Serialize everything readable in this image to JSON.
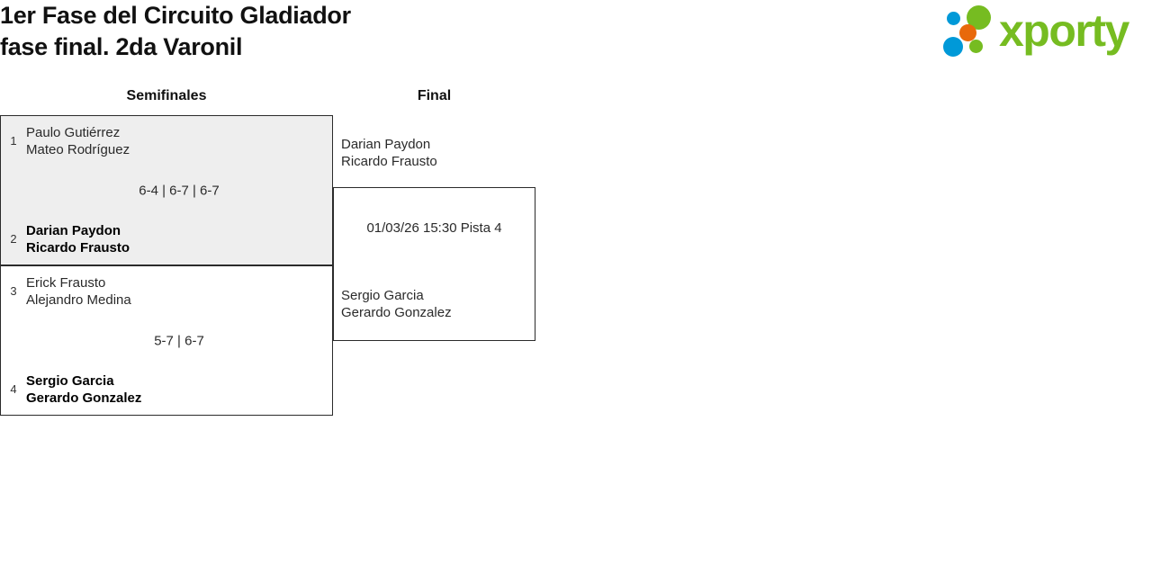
{
  "header": {
    "title": "1er Fase del Circuito Gladiador\nfase final. 2da Varonil",
    "logo_text": "xporty"
  },
  "bracket": {
    "rounds": [
      {
        "label": "Semifinales"
      },
      {
        "label": "Final"
      }
    ],
    "matches": [
      {
        "id": "sf1",
        "round": "Semifinales",
        "shaded": true,
        "top": {
          "seed": "1",
          "players": "Paulo Gutiérrez\nMateo Rodríguez",
          "winner": false
        },
        "bottom": {
          "seed": "2",
          "players": "Darian Paydon\nRicardo Frausto",
          "winner": true
        },
        "score": "6-4 | 6-7 | 6-7"
      },
      {
        "id": "sf2",
        "round": "Semifinales",
        "shaded": false,
        "top": {
          "seed": "3",
          "players": "Erick Frausto\nAlejandro Medina",
          "winner": false
        },
        "bottom": {
          "seed": "4",
          "players": "Sergio Garcia\nGerardo Gonzalez",
          "winner": true
        },
        "score": "5-7 | 6-7"
      },
      {
        "id": "final",
        "round": "Final",
        "shaded": false,
        "top": {
          "seed": "",
          "players": "Darian Paydon\nRicardo Frausto",
          "winner": false
        },
        "bottom": {
          "seed": "",
          "players": "Sergio Garcia\nGerardo Gonzalez",
          "winner": false
        },
        "schedule": "01/03/26 15:30 Pista 4"
      }
    ]
  },
  "colors": {
    "brand_green": "#76bc21",
    "brand_blue": "#0099d8",
    "brand_orange": "#e8690b",
    "shaded_row": "#eeeeee",
    "box_border": "#2b2b2b"
  }
}
